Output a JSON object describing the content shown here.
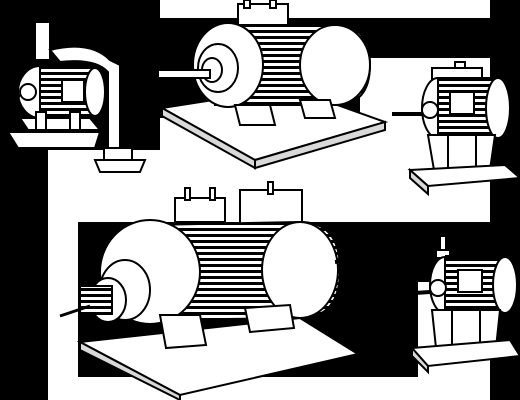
{
  "illustration": {
    "style": "black-and-white line art",
    "subjects": [
      "electric-motor-with-pipe",
      "large-electric-motor",
      "small-electric-motor-on-pedestal",
      "large-electric-motor-with-coupling",
      "small-electric-motor-on-base"
    ]
  },
  "colors": {
    "ink": "#000000",
    "paper": "#ffffff",
    "shade": "#d9d9d9"
  }
}
